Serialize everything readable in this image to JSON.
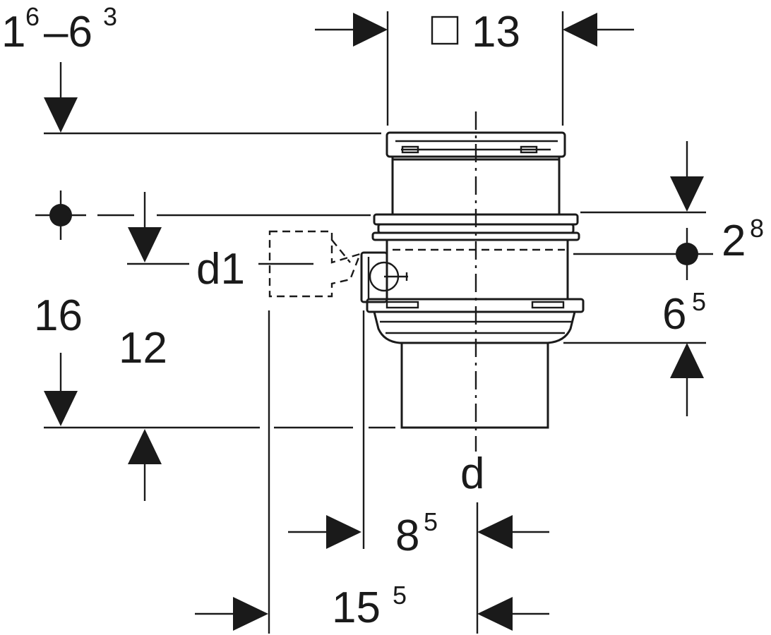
{
  "diagram": {
    "labels": {
      "overall_range_base": "1",
      "overall_range_base_sup": "6",
      "overall_range_sep": "–6",
      "overall_range_sep_sup": "3",
      "square_size": "13",
      "inlet_diameter": "d1",
      "outlet_diameter": "d",
      "total_height": "16",
      "inner_height": "12",
      "top_offset_base": "2",
      "top_offset_sup": "8",
      "lower_offset_base": "6",
      "lower_offset_sup": "5",
      "inlet_offset_base": "8",
      "inlet_offset_sup": "5",
      "outer_offset_base": "15",
      "outer_offset_sup": "5"
    },
    "colors": {
      "ink": "#1a1a1a",
      "background": "#ffffff"
    }
  }
}
